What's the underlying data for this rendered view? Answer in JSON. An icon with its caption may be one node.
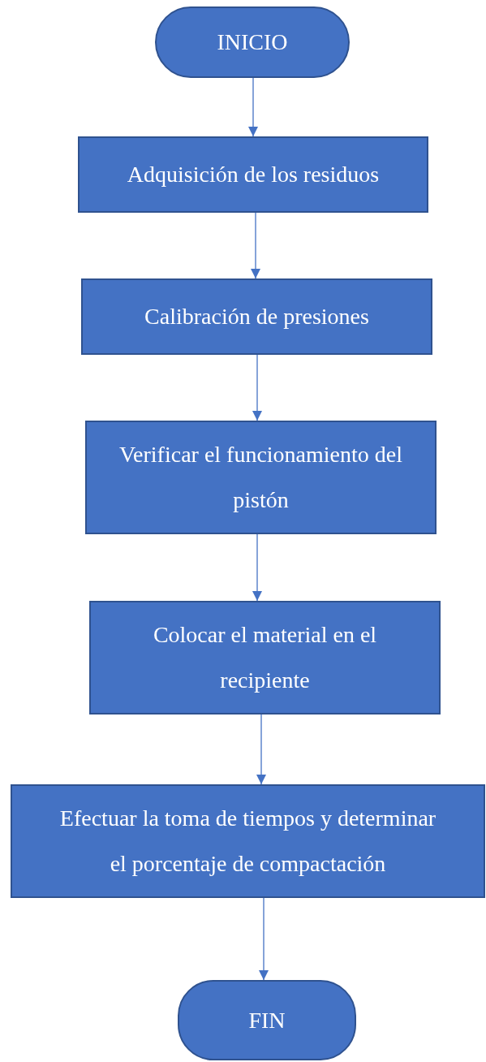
{
  "diagram": {
    "nodes": [
      {
        "text": [
          "INICIO"
        ]
      },
      {
        "text": [
          "Adquisición de los residuos"
        ]
      },
      {
        "text": [
          "Calibración de presiones"
        ]
      },
      {
        "text": [
          "Verificar el funcionamiento del pistón"
        ]
      },
      {
        "text": [
          "Colocar el material en el recipiente"
        ]
      },
      {
        "text": [
          "Efectuar la toma de tiempos y determinar el porcentaje de compactación"
        ]
      },
      {
        "text": [
          "FIN"
        ]
      }
    ],
    "edges": [
      {
        "from": 0,
        "to": 1,
        "arrow": "to"
      },
      {
        "from": 1,
        "to": 2,
        "arrow": "to"
      },
      {
        "from": 2,
        "to": 3,
        "arrow": "to"
      },
      {
        "from": 3,
        "to": 4,
        "arrow": "to"
      },
      {
        "from": 4,
        "to": 5,
        "arrow": "to"
      },
      {
        "from": 5,
        "to": 6,
        "arrow": "to"
      }
    ]
  }
}
